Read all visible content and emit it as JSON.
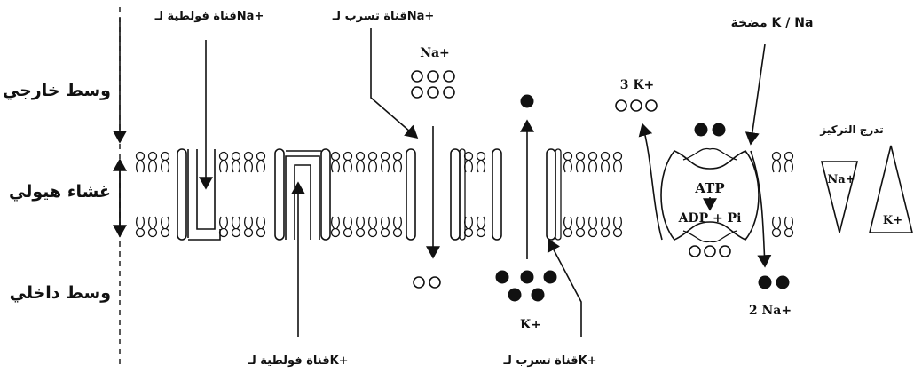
{
  "regions": {
    "outside": "وسط خارجي",
    "membrane": "غشاء هيولي",
    "inside": "وسط داخلي"
  },
  "channels": {
    "na_voltage": "قناة فولطية لـNa+",
    "na_leak": "قناة تسرب لـNa+",
    "k_voltage": "قناة فولطية لـK+",
    "k_leak": "قناة تسرب لـK+"
  },
  "pump": {
    "name": "مضخة K / Na",
    "atp": "ATP",
    "adp": "ADP + Pi",
    "out_k": "3 K+",
    "in_na": "2 Na+"
  },
  "ions": {
    "na_top": "Na+",
    "k_bottom": "K+"
  },
  "gradient": {
    "title": "تدرج التركيز",
    "na": "Na+",
    "k": "K+"
  }
}
